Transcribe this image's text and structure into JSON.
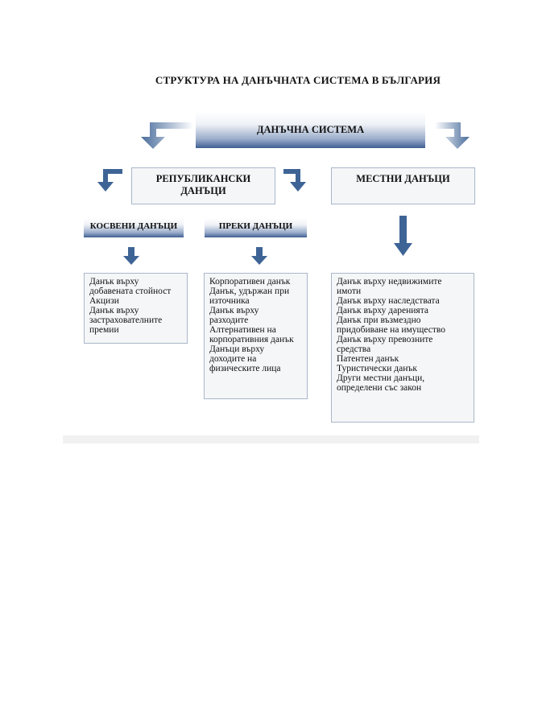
{
  "title": "СТРУКТУРА НА ДАНЪЧНАТА СИСТЕМА В БЪЛГАРИЯ",
  "root": "ДАНЪЧНА СИСТЕМА",
  "republican": {
    "line1": "РЕПУБЛИКАНСКИ",
    "line2": "ДАНЪЦИ"
  },
  "local": "МЕСТНИ ДАНЪЦИ",
  "indirect": "КОСВЕНИ ДАНЪЦИ",
  "direct": "ПРЕКИ ДАНЪЦИ",
  "indirect_items": [
    "Данък върху",
    "добавената стойност",
    "Акцизи",
    "Данък върху",
    "застрахователните",
    "премии"
  ],
  "direct_items": [
    "Корпоративен данък",
    "Данък, удържан при",
    "източника",
    "Данък върху",
    "разходите",
    "Алтернативен на",
    "корпоративния данък",
    "Данъци върху",
    "доходите на",
    "физическите лица"
  ],
  "local_items": [
    "Данък върху недвижимите",
    "имоти",
    "Данък върху наследствата",
    "Данък върху даренията",
    "Данък при възмездно",
    "придобиване на имущество",
    "Данък върху превозните",
    "средства",
    "Патентен данък",
    "Туристически данък",
    "Други местни данъци,",
    "определени със закон"
  ],
  "colors": {
    "arrow": "#3e6496",
    "arrow_light": "#c9d3e0",
    "box_border": "#a9b7c9"
  }
}
